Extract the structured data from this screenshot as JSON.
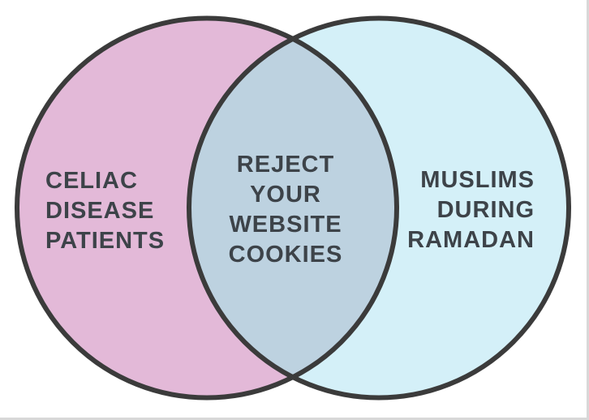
{
  "diagram": {
    "type": "venn",
    "background_color": "#ffffff",
    "stroke_color": "#3b3b3b",
    "text_color": "#3d4349",
    "frame_color": "#d8d8d8",
    "left_circle": {
      "fill": "#e3b9d8",
      "label_lines": [
        "CELIAC",
        "DISEASE",
        "PATIENTS"
      ]
    },
    "right_circle": {
      "fill": "#d4f0f8",
      "label_lines": [
        "MUSLIMS",
        "DURING",
        "RAMADAN"
      ]
    },
    "overlap": {
      "fill": "#bdd2e0",
      "label_lines": [
        "REJECT",
        "YOUR",
        "WEBSITE",
        "COOKIES"
      ]
    }
  }
}
